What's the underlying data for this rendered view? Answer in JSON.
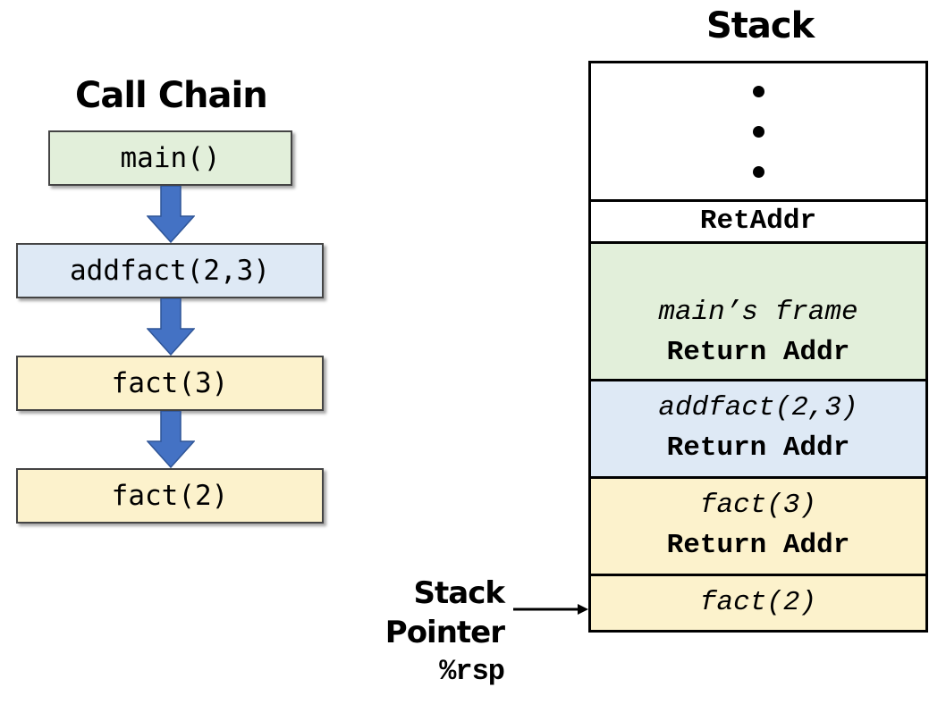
{
  "call_chain": {
    "title": "Call Chain",
    "calls": [
      {
        "label": "main()",
        "color": "#e2efda"
      },
      {
        "label": "addfact(2,3)",
        "color": "#dee9f5"
      },
      {
        "label": "fact(3)",
        "color": "#fcf2cc"
      },
      {
        "label": "fact(2)",
        "color": "#fcf2cc"
      }
    ],
    "arrow_color": "#4472c4"
  },
  "stack": {
    "title": "Stack",
    "ret_addr": "RetAddr",
    "frames": [
      {
        "name": "main’s frame",
        "ret": "Return Addr",
        "color": "#e2efda"
      },
      {
        "name": "addfact(2,3)",
        "ret": "Return Addr",
        "color": "#dee9f5"
      },
      {
        "name": "fact(3)",
        "ret": "Return Addr",
        "color": "#fcf2cc"
      },
      {
        "name": "fact(2)",
        "color": "#fcf2cc"
      }
    ]
  },
  "stack_pointer": {
    "line1": "Stack",
    "line2": "Pointer",
    "register": "%rsp"
  }
}
